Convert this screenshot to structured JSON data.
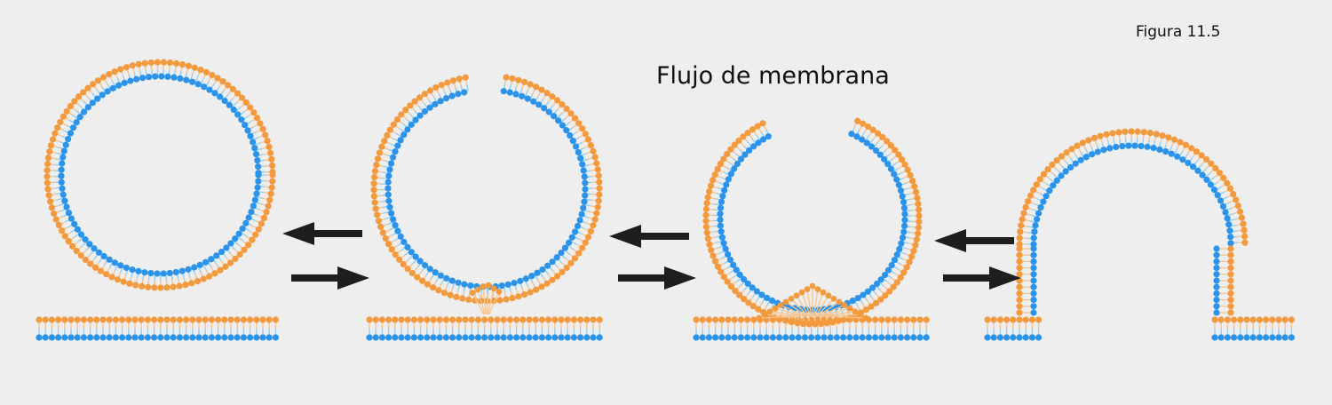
{
  "figure_label": "Figura 11.5",
  "title": "Flujo de membrana",
  "colors": {
    "outer_heads": "#f39a3f",
    "inner_heads": "#2b93ea",
    "tails_outer": "#f6c48f",
    "tails_inner": "#8fd0f6",
    "arrow": "#1e1e1e",
    "background": "#e9e9e9"
  },
  "stages": [
    {
      "name": "free-vesicle"
    },
    {
      "name": "vesicle-narrow-neck"
    },
    {
      "name": "vesicle-wide-neck"
    },
    {
      "name": "omega-invagination"
    }
  ],
  "arrows": [
    {
      "between": "1-2",
      "directions": [
        "left",
        "right"
      ]
    },
    {
      "between": "2-3",
      "directions": [
        "left",
        "right"
      ]
    },
    {
      "between": "3-4",
      "directions": [
        "left",
        "right"
      ]
    }
  ]
}
